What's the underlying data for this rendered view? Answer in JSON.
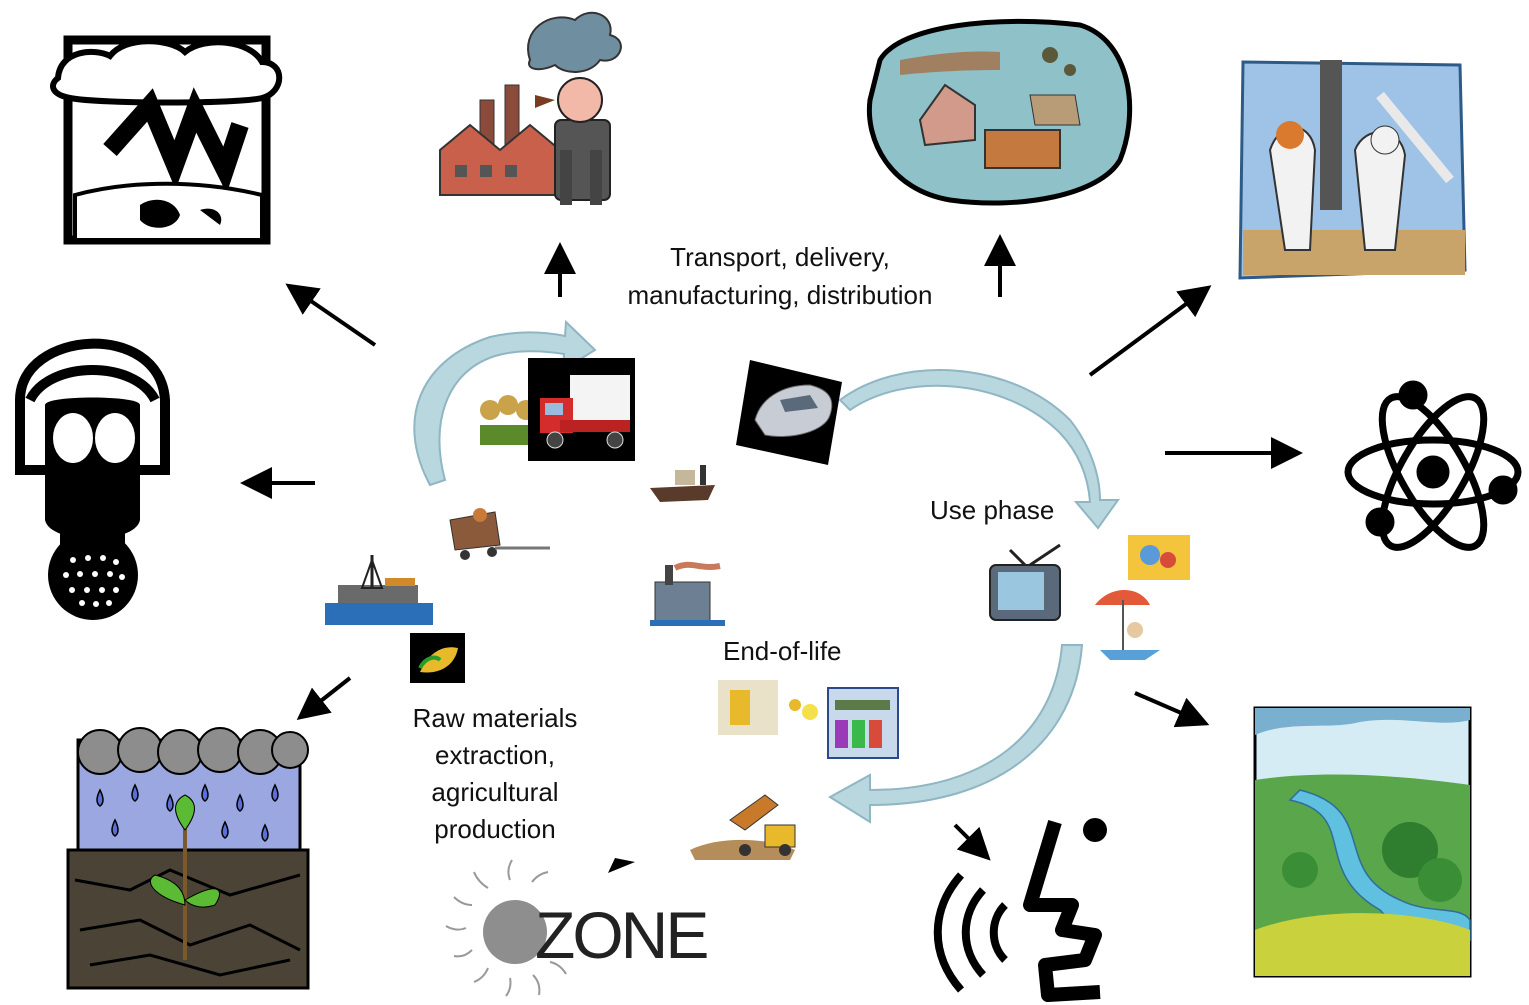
{
  "labels": {
    "transport_line1": "Transport, delivery,",
    "transport_line2": "manufacturing, distribution",
    "use_phase": "Use phase",
    "end_of_life": "End-of-life",
    "raw_line1": "Raw materials",
    "raw_line2": "extraction,",
    "raw_line3": "agricultural",
    "raw_line4": "production",
    "ozone": "ZONE"
  },
  "impact_icons": [
    "climate-change-icon",
    "smokestack-pollution-icon",
    "polluted-land-icon",
    "mining-icon",
    "gas-mask-icon",
    "radiation-atom-icon",
    "acid-rain-soil-icon",
    "ozone-icon",
    "noise-icon",
    "landscape-icon"
  ],
  "lifecycle_icons": [
    "delivery-truck-icon",
    "car-icon",
    "farm-icon",
    "ship-icon",
    "mining-cart-icon",
    "oil-rig-icon",
    "factory-icon",
    "crop-icon",
    "television-icon",
    "beach-icon",
    "leisure-icon",
    "recycling-icon",
    "bins-icon",
    "dump-truck-icon"
  ],
  "colors": {
    "cycle_arrow": "#b9d7df",
    "cycle_arrow_edge": "#8fb6c2",
    "impact_arrow": "#000000"
  }
}
